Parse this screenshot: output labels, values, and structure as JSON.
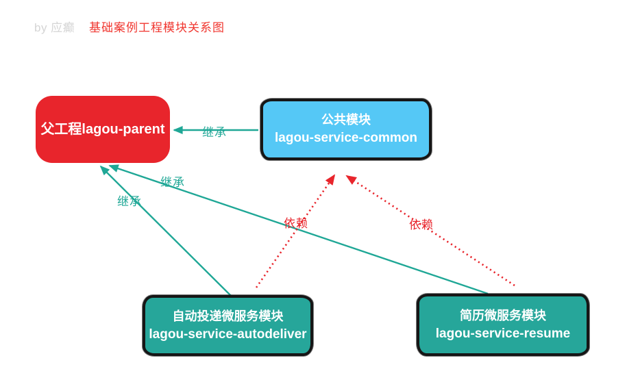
{
  "header": {
    "byline": "by 应癫",
    "title": "基础案例工程模块关系图"
  },
  "nodes": [
    {
      "id": "parent",
      "lines": [
        "父工程lagou-parent"
      ],
      "fill": "#e8252c"
    },
    {
      "id": "common",
      "lines": [
        "公共模块",
        "lagou-service-common"
      ],
      "fill": "#55c8f6"
    },
    {
      "id": "autodeliver",
      "lines": [
        "自动投递微服务模块",
        "lagou-service-autodeliver"
      ],
      "fill": "#26a69a"
    },
    {
      "id": "resume",
      "lines": [
        "简历微服务模块",
        "lagou-service-resume"
      ],
      "fill": "#26a69a"
    }
  ],
  "edges": [
    {
      "from": "common",
      "to": "parent",
      "label": "继承",
      "style": "solid",
      "color": "#1fa796"
    },
    {
      "from": "autodeliver",
      "to": "parent",
      "label": "继承",
      "style": "solid",
      "color": "#1fa796"
    },
    {
      "from": "resume",
      "to": "parent",
      "label": "继承",
      "style": "solid",
      "color": "#1fa796"
    },
    {
      "from": "autodeliver",
      "to": "common",
      "label": "依赖",
      "style": "dotted",
      "color": "#e8252c"
    },
    {
      "from": "resume",
      "to": "common",
      "label": "依赖",
      "style": "dotted",
      "color": "#e8252c"
    }
  ],
  "colors": {
    "title_red": "#f0362f",
    "node_red": "#e8252c",
    "node_blue": "#55c8f6",
    "node_teal": "#26a69a",
    "arrow_teal": "#1fa796",
    "arrow_red": "#e8252c",
    "byline_gray": "#d5d5d5",
    "border_black": "#161616",
    "background": "#ffffff"
  }
}
